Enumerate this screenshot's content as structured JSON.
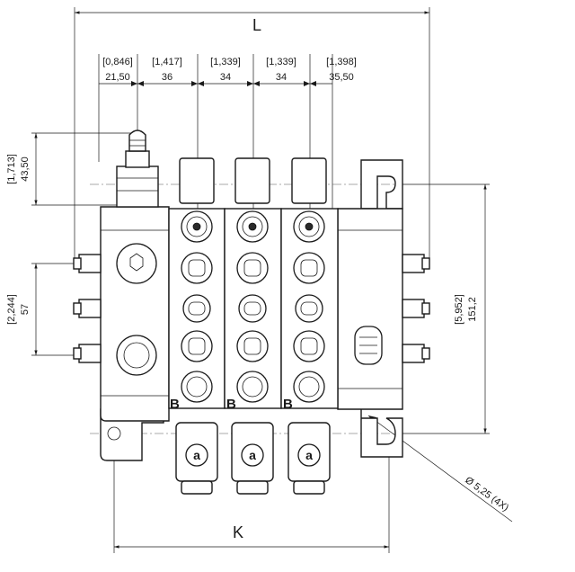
{
  "overall": {
    "top_letter": "L",
    "bottom_letter": "K"
  },
  "top_dims": [
    {
      "inch": "[0,846]",
      "mm": "21,50"
    },
    {
      "inch": "[1,417]",
      "mm": "36"
    },
    {
      "inch": "[1,339]",
      "mm": "34"
    },
    {
      "inch": "[1,339]",
      "mm": "34"
    },
    {
      "inch": "[1,398]",
      "mm": "35,50"
    }
  ],
  "left_dims": [
    {
      "inch": "[1,713]",
      "mm": "43,50"
    },
    {
      "inch": "[2,244]",
      "mm": "57"
    }
  ],
  "right_dim": {
    "inch": "[5,952]",
    "mm": "151,2"
  },
  "hole_note": "Ø 5,25 (4X)",
  "port_letter": "B"
}
